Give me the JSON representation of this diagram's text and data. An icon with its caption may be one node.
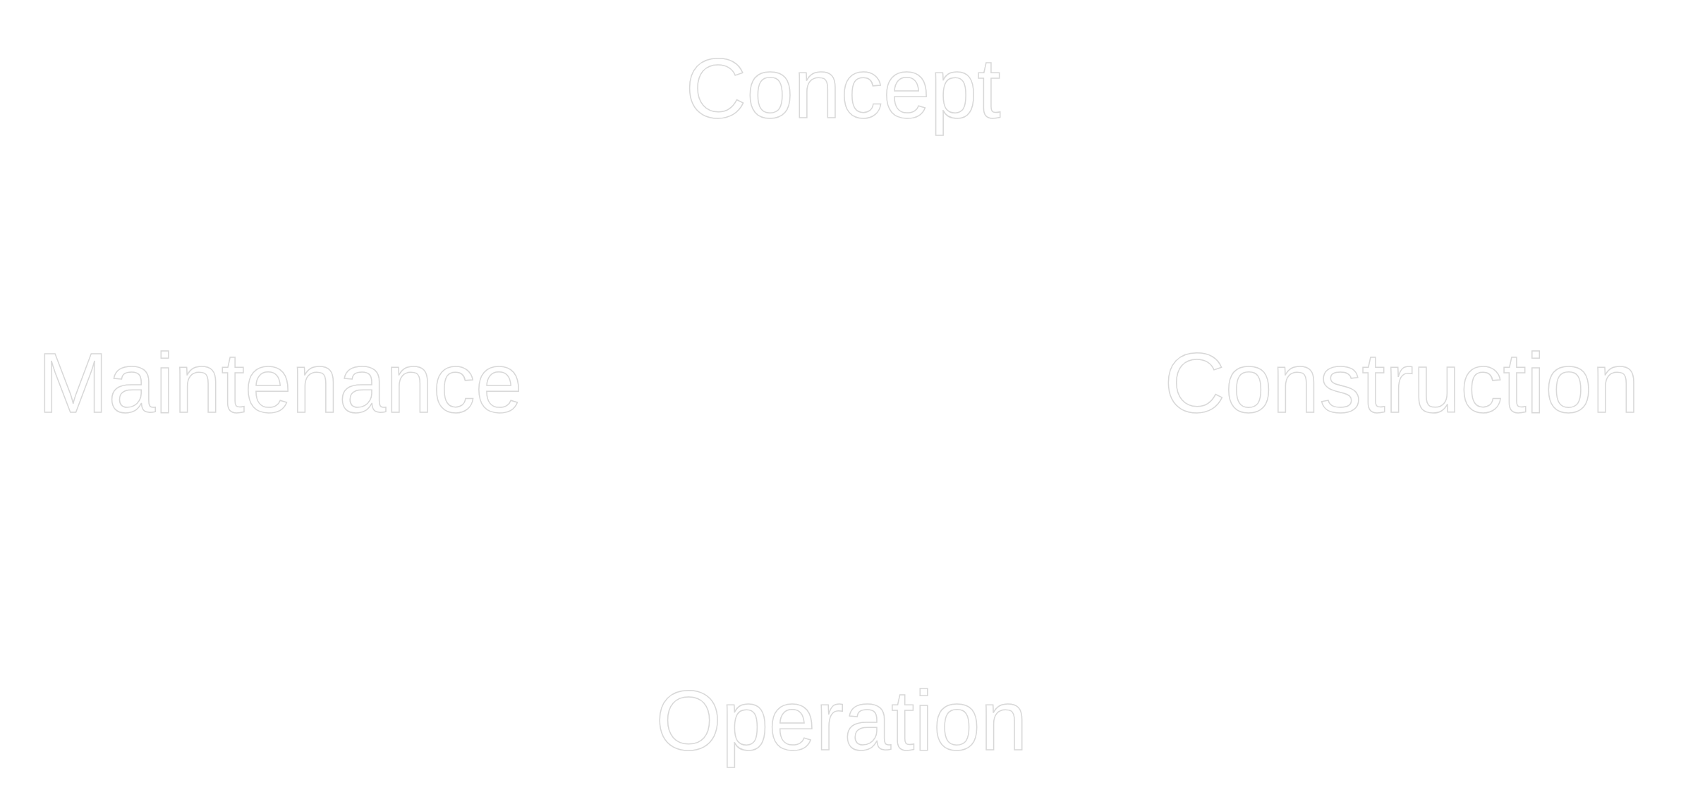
{
  "diagram": {
    "labels": [
      "Concept",
      "Maintenance",
      "Construction",
      "Operation"
    ]
  }
}
